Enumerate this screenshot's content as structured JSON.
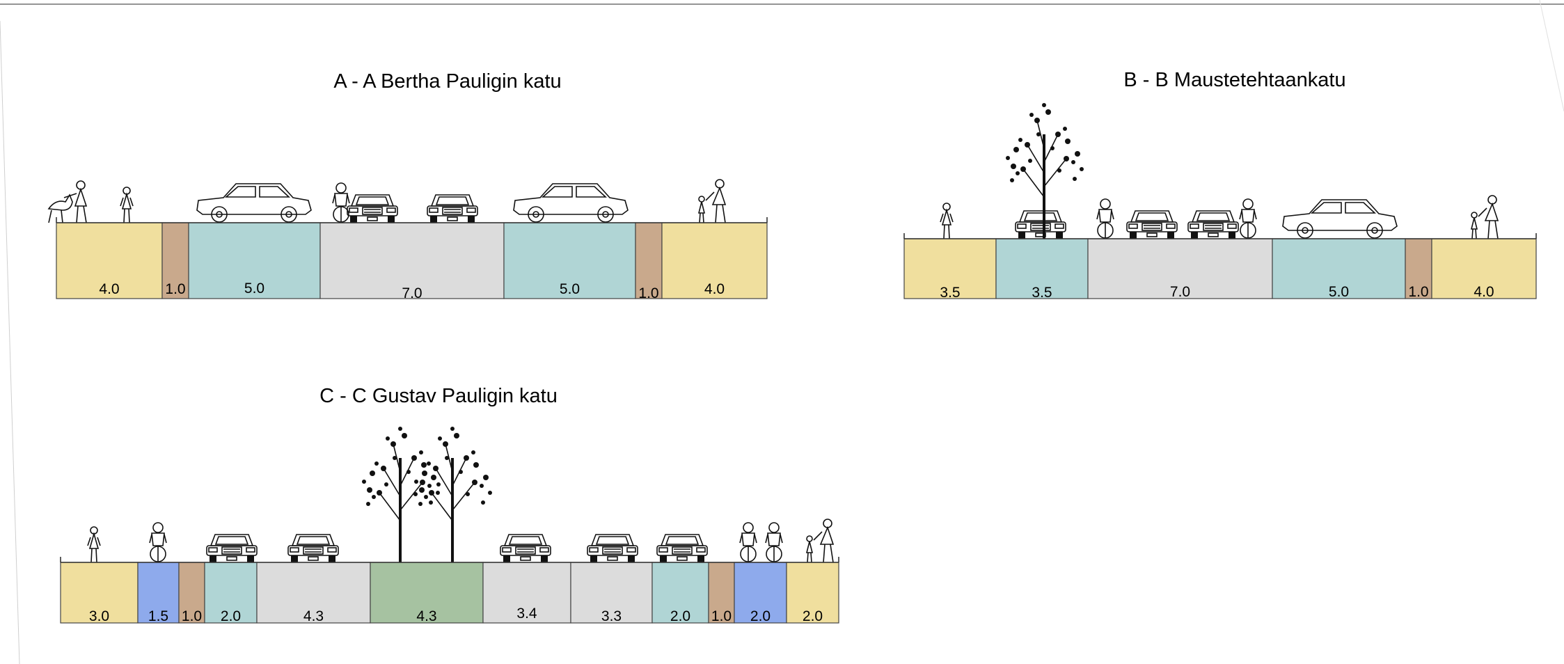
{
  "colors": {
    "sidewalk": "#f0df9e",
    "bike": "#8eaaec",
    "curb": "#c9a98c",
    "parking": "#b0d5d5",
    "road": "#dcdcdc",
    "green": "#a6c2a1"
  },
  "sections": [
    {
      "title": "A - A  Bertha Pauligin katu",
      "segments": [
        {
          "width": "4.0",
          "type": "sidewalk"
        },
        {
          "width": "1.0",
          "type": "curb"
        },
        {
          "width": "5.0",
          "type": "parking"
        },
        {
          "width": "7.0",
          "type": "road"
        },
        {
          "width": "5.0",
          "type": "parking"
        },
        {
          "width": "1.0",
          "type": "curb"
        },
        {
          "width": "4.0",
          "type": "sidewalk"
        }
      ],
      "figures": [
        "pedestrian-with-dog-icon",
        "pedestrian-icon",
        "car-side-icon",
        "cyclist-icon",
        "car-front-icon",
        "car-front-icon",
        "car-side-icon",
        "adult-with-child-icon"
      ]
    },
    {
      "title": "B - B  Maustetehtaankatu",
      "segments": [
        {
          "width": "3.5",
          "type": "sidewalk"
        },
        {
          "width": "3.5",
          "type": "parking"
        },
        {
          "width": "7.0",
          "type": "road"
        },
        {
          "width": "5.0",
          "type": "parking"
        },
        {
          "width": "1.0",
          "type": "curb"
        },
        {
          "width": "4.0",
          "type": "sidewalk"
        }
      ],
      "figures": [
        "pedestrian-icon",
        "tree-icon",
        "car-front-icon",
        "cyclist-icon",
        "car-front-icon",
        "car-front-icon",
        "cyclist-icon",
        "car-side-icon",
        "adult-with-child-icon"
      ]
    },
    {
      "title": "C - C  Gustav Pauligin katu",
      "segments": [
        {
          "width": "3.0",
          "type": "sidewalk"
        },
        {
          "width": "1.5",
          "type": "bike"
        },
        {
          "width": "1.0",
          "type": "curb"
        },
        {
          "width": "2.0",
          "type": "parking"
        },
        {
          "width": "4.3",
          "type": "road"
        },
        {
          "width": "4.3",
          "type": "green"
        },
        {
          "width": "3.4",
          "type": "road"
        },
        {
          "width": "3.3",
          "type": "road"
        },
        {
          "width": "2.0",
          "type": "parking"
        },
        {
          "width": "1.0",
          "type": "curb"
        },
        {
          "width": "2.0",
          "type": "bike"
        },
        {
          "width": "2.0",
          "type": "sidewalk"
        }
      ],
      "figures": [
        "pedestrian-icon",
        "cyclist-icon",
        "car-front-icon",
        "car-front-icon",
        "tree-icon",
        "tree-icon",
        "car-front-icon",
        "car-front-icon",
        "car-front-icon",
        "cyclist-icon",
        "cyclist-icon",
        "adult-with-child-icon"
      ]
    }
  ]
}
